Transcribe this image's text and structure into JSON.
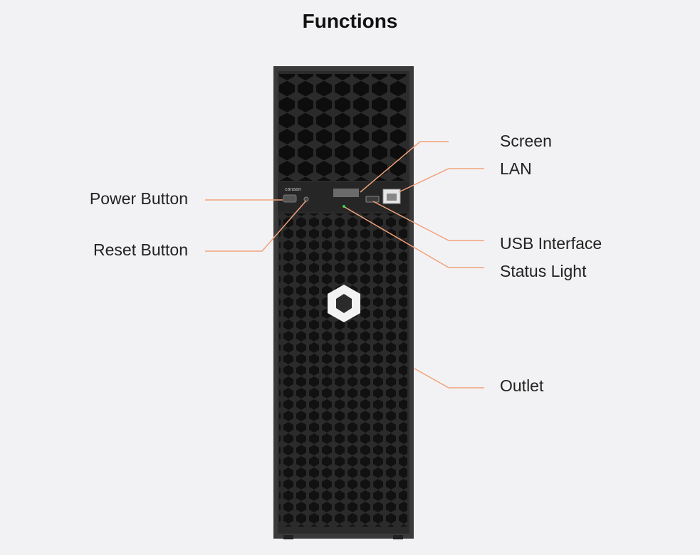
{
  "title": "Functions",
  "device": {
    "brand_text": "canaan",
    "colors": {
      "body": "#2b2b2b",
      "leader_line": "#f2a27a",
      "status_light": "#38d24f"
    }
  },
  "callouts": {
    "screen": "Screen",
    "lan": "LAN",
    "power_button": "Power Button",
    "reset_button": "Reset Button",
    "usb_interface": "USB Interface",
    "status_light": "Status Light",
    "outlet": "Outlet"
  }
}
